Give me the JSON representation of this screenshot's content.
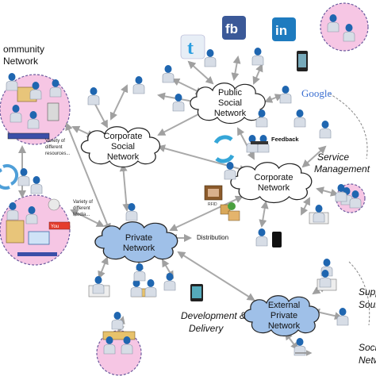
{
  "community": {
    "line1": "ommunity",
    "line2": "Network"
  },
  "clouds": {
    "public_social": [
      "Public",
      "Social",
      "Network"
    ],
    "corporate_social": [
      "Corporate",
      "Social",
      "Network"
    ],
    "corporate": [
      "Corporate",
      "Network"
    ],
    "private": [
      "Private",
      "Network"
    ],
    "external_private": [
      "External",
      "Private",
      "Network"
    ]
  },
  "variety_resources": [
    "Variety of",
    "different",
    "resources..."
  ],
  "variety_media": [
    "Variety of",
    "different",
    "Media..."
  ],
  "feedback": "Feedback",
  "distribution": "Distribution",
  "rfid": "RFID",
  "service_management": [
    "Service",
    "Management"
  ],
  "development_delivery": [
    "Development &",
    "Delivery"
  ],
  "supp": [
    "Supp",
    "Sour"
  ],
  "soci": [
    "Soci",
    "Netw"
  ],
  "brands": {
    "twitter": "t",
    "facebook": "fb",
    "linkedin": "in",
    "google": "Google",
    "youtube": "You"
  },
  "colors": {
    "cloud_white": "#ffffff",
    "cloud_blue": "#9fc0e8",
    "pink": "#f6c6e4",
    "arrow": "#a9a9a9",
    "person_head": "#2f72b6"
  }
}
